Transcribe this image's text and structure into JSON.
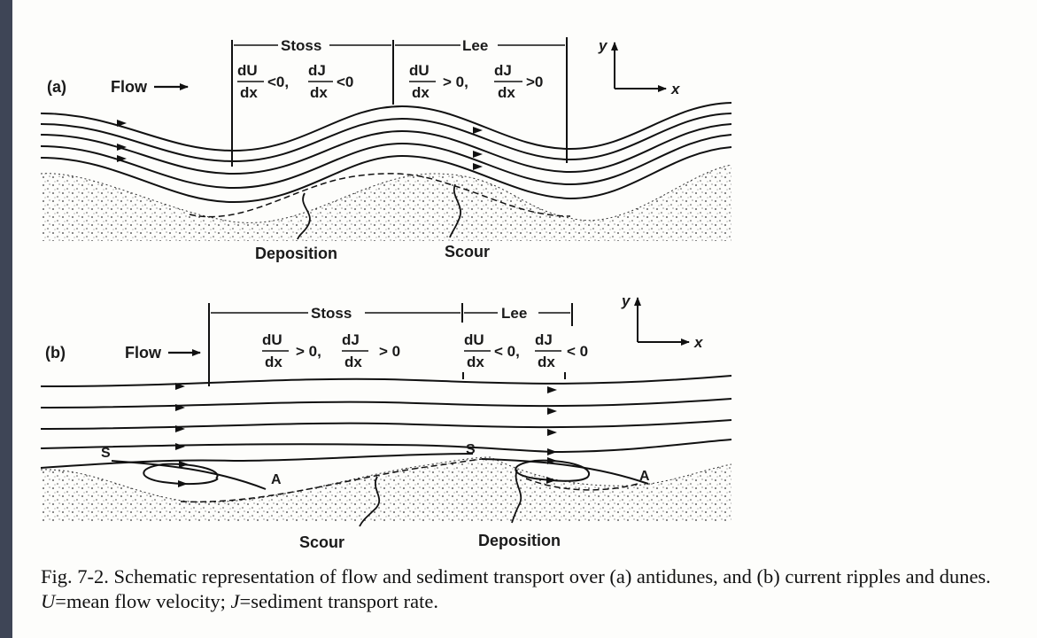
{
  "panel_a": {
    "label": "(a)",
    "flow": "Flow",
    "stoss": "Stoss",
    "lee": "Lee",
    "stoss_eq": {
      "du_num": "dU",
      "du_den": "dx",
      "du_rel": "<0,",
      "dj_num": "dJ",
      "dj_den": "dx",
      "dj_rel": "<0"
    },
    "lee_eq": {
      "du_num": "dU",
      "du_den": "dx",
      "du_rel": "> 0,",
      "dj_num": "dJ",
      "dj_den": "dx",
      "dj_rel": ">0"
    },
    "deposition": "Deposition",
    "scour": "Scour",
    "axis_y": "y",
    "axis_x": "x"
  },
  "panel_b": {
    "label": "(b)",
    "flow": "Flow",
    "stoss": "Stoss",
    "lee": "Lee",
    "stoss_eq": {
      "du_num": "dU",
      "du_den": "dx",
      "du_rel": "> 0,",
      "dj_num": "dJ",
      "dj_den": "dx",
      "dj_rel": "> 0"
    },
    "lee_eq": {
      "du_num": "dU",
      "du_den": "dx",
      "du_rel": "< 0,",
      "dj_num": "dJ",
      "dj_den": "dx",
      "dj_rel": "< 0"
    },
    "separation": "S",
    "attachment": "A",
    "scour": "Scour",
    "deposition": "Deposition",
    "axis_y": "y",
    "axis_x": "x"
  },
  "caption": {
    "fig": "Fig. 7-2.",
    "text1": " Schematic representation of flow and sediment transport over (a) antidunes, and (b) current ripples and dunes. ",
    "u": "U",
    "text2": "=mean flow velocity; ",
    "j": "J",
    "text3": "=sediment transport rate."
  }
}
